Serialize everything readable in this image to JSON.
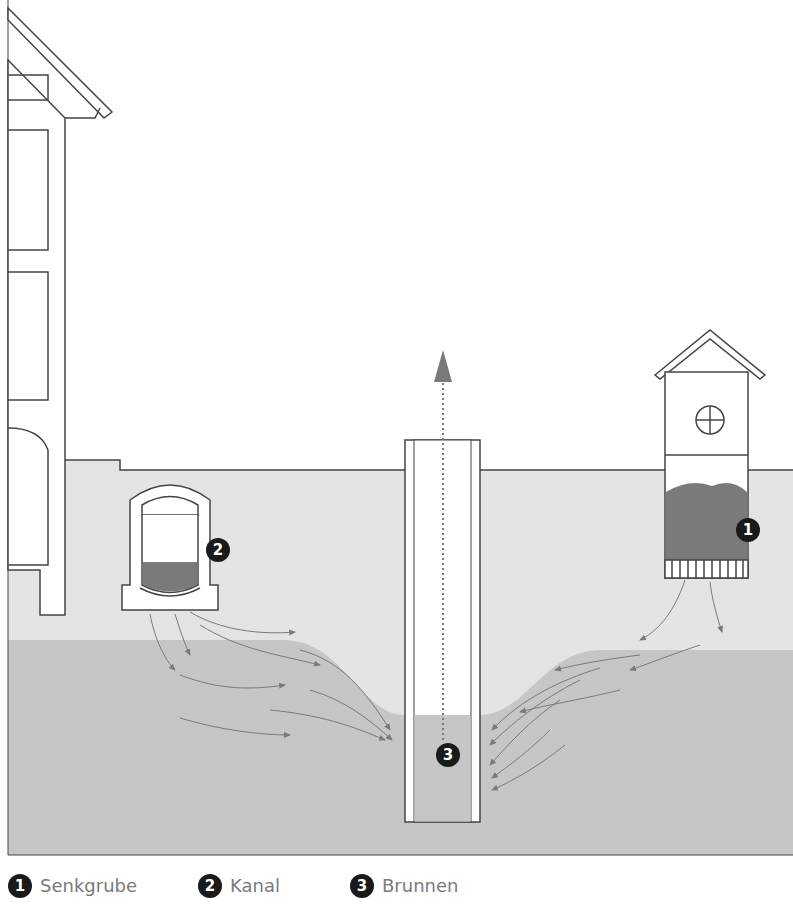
{
  "diagram": {
    "labels": [
      "1",
      "2",
      "3",
      "1",
      "2",
      "3"
    ],
    "legend": [
      {
        "text": "Senkgrube"
      },
      {
        "text": "Kanal"
      },
      {
        "text": "Brunnen"
      }
    ]
  }
}
